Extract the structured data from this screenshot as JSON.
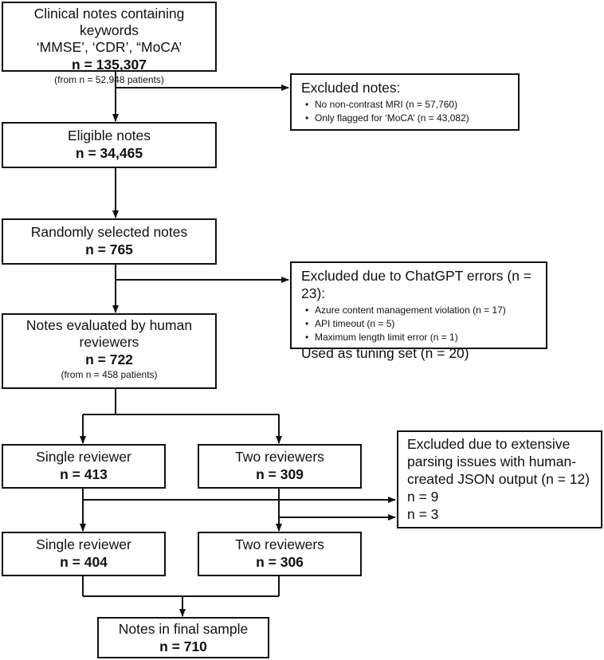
{
  "boxes": {
    "initial": {
      "line1": "Clinical notes containing keywords",
      "line2": "‘MMSE’, ‘CDR’, “MoCA’",
      "count": "n = 135,307",
      "sub": "(from n = 52,948 patients)"
    },
    "excluded_notes": {
      "title": "Excluded notes:",
      "items": [
        "No non-contrast MRI (n = 57,760)",
        "Only flagged for ‘MoCA’ (n = 43,082)"
      ]
    },
    "eligible": {
      "title": "Eligible notes",
      "count": "n = 34,465"
    },
    "random": {
      "title": "Randomly selected notes",
      "count": "n = 765"
    },
    "chatgpt_errors": {
      "title": "Excluded due to ChatGPT errors (n = 23):",
      "items": [
        "Azure content management violation (n = 17)",
        "API timeout (n = 5)",
        "Maximum length limit error (n = 1)"
      ],
      "footer": "Used as tuning set (n = 20)"
    },
    "evaluated": {
      "line1": "Notes evaluated by human",
      "line2": "reviewers",
      "count": "n = 722",
      "sub": "(from n = 458 patients)"
    },
    "single1": {
      "title": "Single reviewer",
      "count": "n = 413"
    },
    "two1": {
      "title": "Two reviewers",
      "count": "n = 309"
    },
    "parsing": {
      "line1": "Excluded due to extensive",
      "line2": "parsing issues with human-",
      "line3": "created JSON output (n = 12)",
      "line4": "n = 9",
      "line5": "n = 3"
    },
    "single2": {
      "title": "Single reviewer",
      "count": "n = 404"
    },
    "two2": {
      "title": "Two reviewers",
      "count": "n = 306"
    },
    "final": {
      "title": "Notes in final sample",
      "count": "n = 710"
    }
  }
}
